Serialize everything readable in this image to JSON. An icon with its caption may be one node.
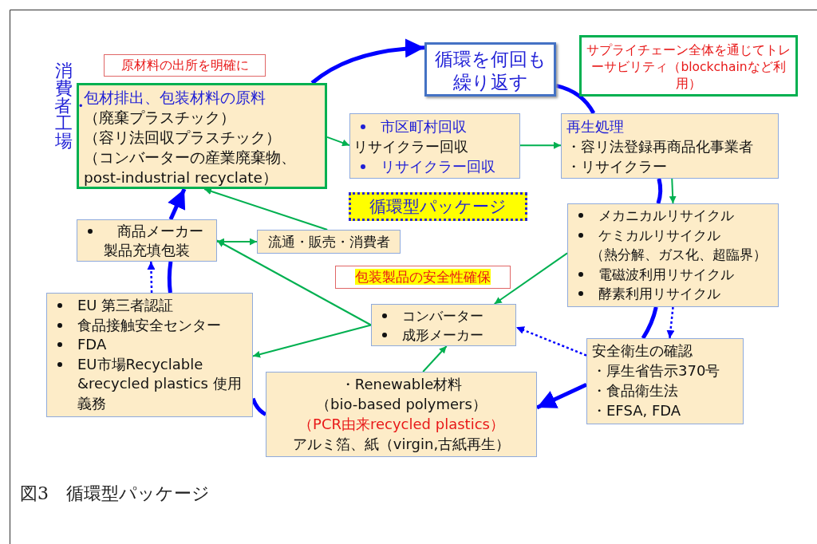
{
  "diagram": {
    "caption": "図3　循環型パッケージ",
    "nodes": [
      {
        "text": [
          "包材排出、包装材料の原料",
          "（廃棄プラスチック）",
          "（容リ法回収プラスチック）",
          "（コンバーターの産業廃棄物、post-industrial recyclate）"
        ]
      },
      {
        "text": [
          "循環を何回も繰り返す"
        ]
      },
      {
        "text": [
          "サプライチェーン全体を通じてトレーサビリティ（blockchainなど利用）"
        ]
      },
      {
        "text": [
          "原材料の出所を明確に"
        ]
      },
      {
        "text": [
          "市区町村回収",
          "リサイクラー回収",
          "リサイクラー回収"
        ]
      },
      {
        "text": [
          "再生処理",
          "・容リ法登録再商品化事業者",
          "・リサイクラー"
        ]
      },
      {
        "text": [
          "循環型パッケージ"
        ]
      },
      {
        "text": [
          "商品メーカー",
          "製品充填包装"
        ]
      },
      {
        "text": [
          "流通・販売・消費者"
        ]
      },
      {
        "text": [
          "メカニカルリサイクル",
          "ケミカルリサイクル",
          "（熱分解、ガス化、超臨界）",
          "電磁波利用リサイクル",
          "酵素利用リサイクル"
        ]
      },
      {
        "text": [
          "包装製品の安全性確保"
        ]
      },
      {
        "text": [
          "コンバーター",
          "成形メーカー"
        ]
      },
      {
        "text": [
          "EU 第三者認証",
          "食品接触安全センター",
          "FDA",
          "EU市場Recyclable &recycled plastics 使用義務"
        ]
      },
      {
        "text": [
          "・Renewable材料",
          "（bio-based polymers）",
          "（PCR由来recycled plastics）",
          "アルミ箔、紙（virgin,古紙再生）"
        ]
      },
      {
        "text": [
          "安全衛生の確認",
          "・厚生省告示370号",
          "・食品衛生法",
          "・EFSA, FDA"
        ]
      }
    ],
    "edges": [
      {
        "from": 0,
        "to": 4,
        "arrow": "to",
        "color": "#00b050"
      },
      {
        "from": 4,
        "to": 5,
        "arrow": "to",
        "color": "#00b050"
      },
      {
        "from": 5,
        "to": 9,
        "arrow": "to",
        "color": "#00b050"
      },
      {
        "from": 9,
        "to": 11,
        "arrow": "to",
        "color": "#00b050"
      },
      {
        "from": 11,
        "to": 7,
        "arrow": "to",
        "color": "#00b050"
      },
      {
        "from": 11,
        "to": 12,
        "arrow": "to",
        "color": "#00b050"
      },
      {
        "from": 13,
        "to": 11,
        "arrow": "to",
        "color": "#00b050"
      },
      {
        "from": 7,
        "to": 8,
        "arrow": "both",
        "color": "#00b050"
      },
      {
        "from": 8,
        "to": 0,
        "arrow": "to",
        "color": "#00b050"
      },
      {
        "from": 0,
        "to": 1,
        "arrow": "to",
        "style": "thick"
      },
      {
        "from": 1,
        "to": 5,
        "arrow": "none",
        "style": "thick"
      },
      {
        "from": 5,
        "to": 9,
        "arrow": "none",
        "style": "thick"
      },
      {
        "from": 9,
        "to": 14,
        "arrow": "none",
        "style": "thick"
      },
      {
        "from": 14,
        "to": 13,
        "arrow": "to",
        "style": "thick"
      },
      {
        "from": 13,
        "to": 12,
        "arrow": "none",
        "style": "thick"
      },
      {
        "from": 12,
        "to": 7,
        "arrow": "none",
        "style": "thick"
      },
      {
        "from": 7,
        "to": 0,
        "arrow": "to",
        "style": "thick"
      },
      {
        "from": 12,
        "to": 7,
        "arrow": "to",
        "style": "dashed"
      },
      {
        "from": 9,
        "to": 14,
        "arrow": "to",
        "style": "dashed"
      },
      {
        "from": 14,
        "to": 11,
        "arrow": "to",
        "style": "dashed"
      }
    ],
    "labels": [
      "消費者・工場"
    ]
  }
}
